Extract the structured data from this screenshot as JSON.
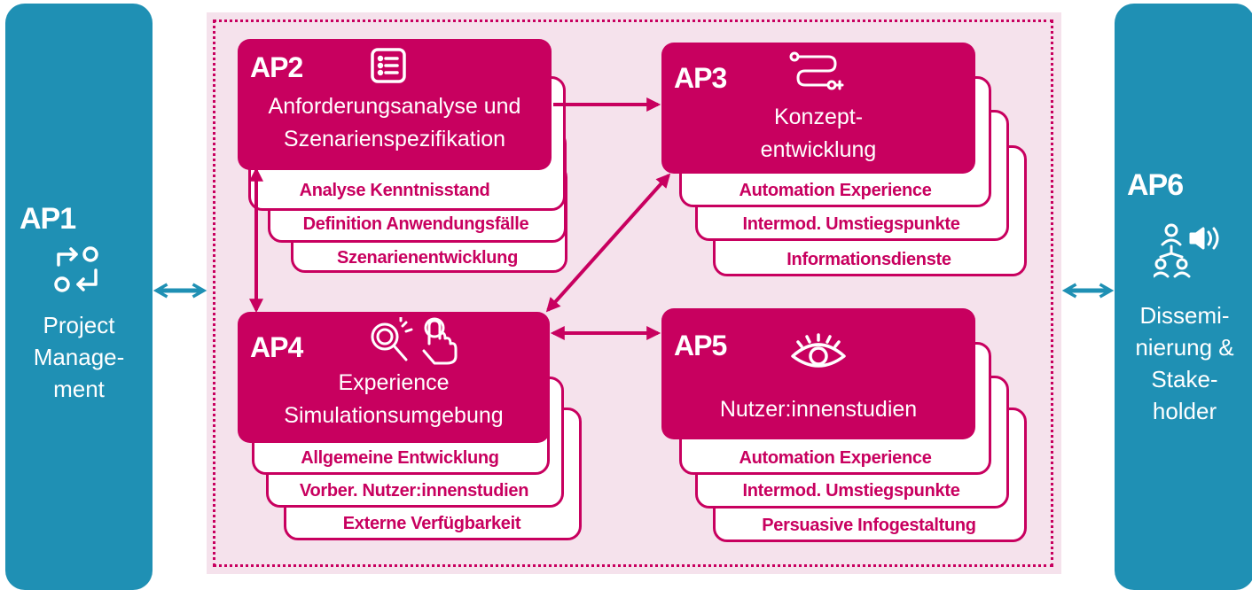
{
  "colors": {
    "magenta": "#c8005f",
    "teal": "#1f90b4",
    "panel_bg": "#f5e2ec"
  },
  "ap1": {
    "id": "AP1",
    "label": "Project\nManage-\nment",
    "icon": "cycle-arrows-icon"
  },
  "ap6": {
    "id": "AP6",
    "label": "Dissemi-\nnierung &\nStake-\nholder",
    "icon": "people-network-speaker-icon"
  },
  "ap2": {
    "id": "AP2",
    "title": "Anforderungsanalyse und\nSzenarienspezifikation",
    "icon": "list-document-icon",
    "subtasks": [
      "Analyse Kenntnisstand",
      "Definition Anwendungsfälle",
      "Szenarienentwicklung"
    ]
  },
  "ap3": {
    "id": "AP3",
    "title": "Konzept-\nentwicklung",
    "icon": "route-path-icon",
    "subtasks": [
      "Automation Experience",
      "Intermod. Umstiegspunkte",
      "Informationsdienste"
    ]
  },
  "ap4": {
    "id": "AP4",
    "title": "Experience\nSimulationsumgebung",
    "icon": "search-touch-icon",
    "subtasks": [
      "Allgemeine Entwicklung",
      "Vorber. Nutzer:innenstudien",
      "Externe Verfügbarkeit"
    ]
  },
  "ap5": {
    "id": "AP5",
    "title": "Nutzer:innenstudien",
    "icon": "eye-icon",
    "subtasks": [
      "Automation Experience",
      "Intermod. Umstiegspunkte",
      "Persuasive Infogestaltung"
    ]
  }
}
